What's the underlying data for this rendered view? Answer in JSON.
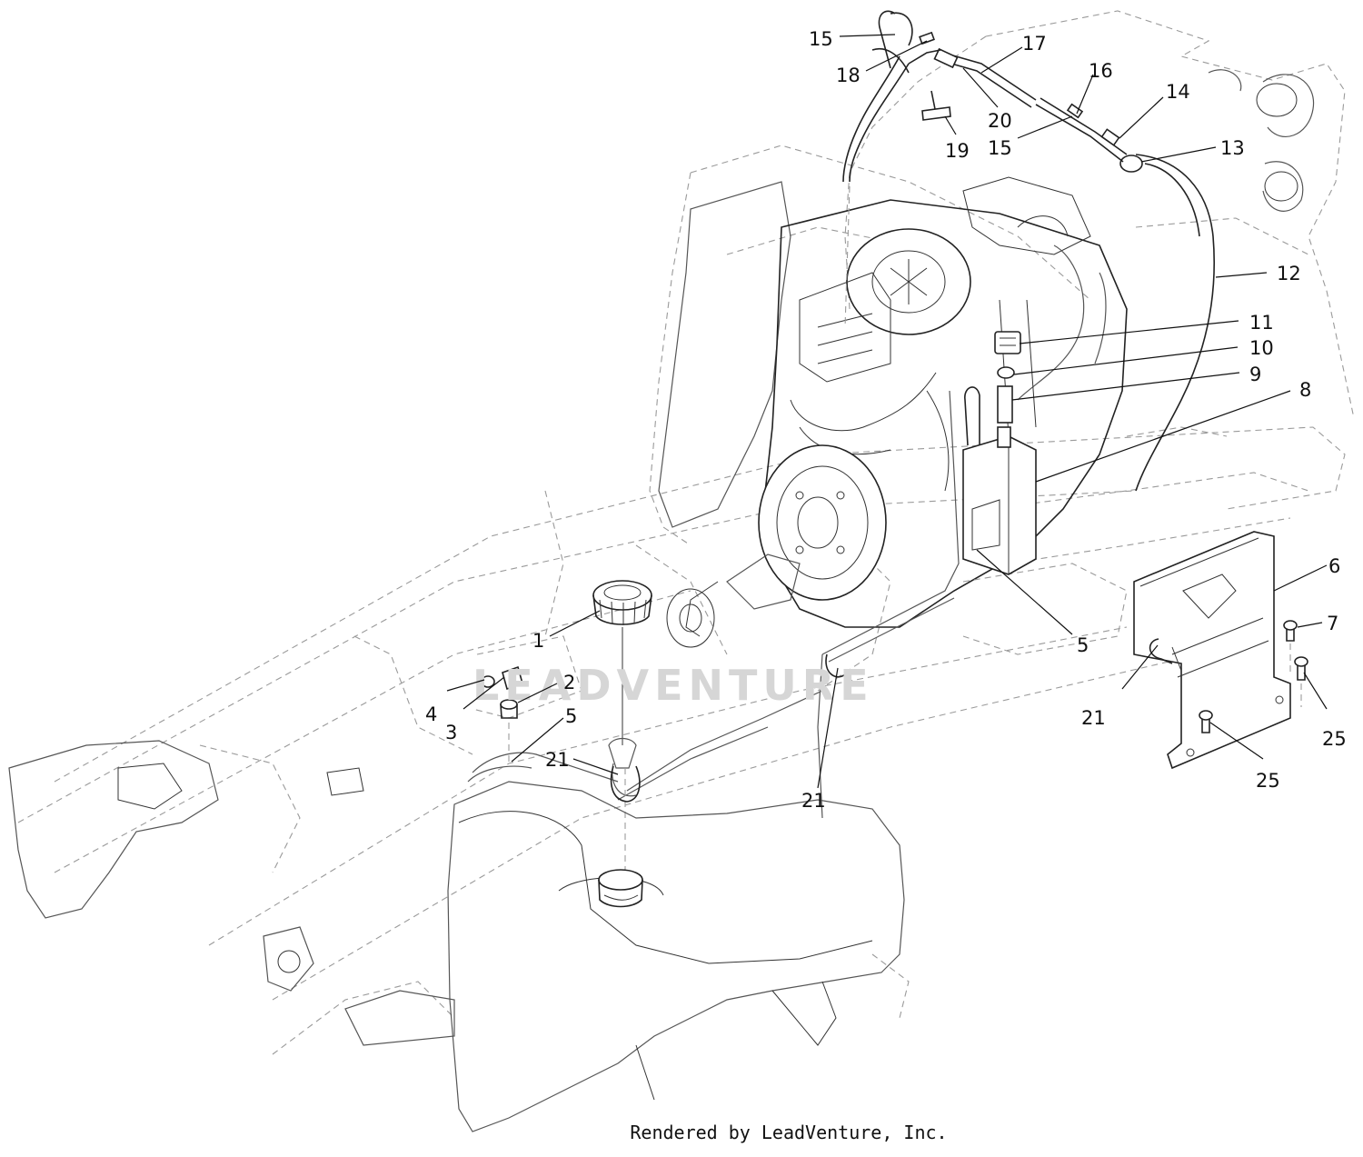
{
  "watermark": "LEADVENTURE",
  "footer": "Rendered by LeadVenture, Inc.",
  "callouts": [
    {
      "id": "c-15-top",
      "label": "15"
    },
    {
      "id": "c-18",
      "label": "18"
    },
    {
      "id": "c-17",
      "label": "17"
    },
    {
      "id": "c-16",
      "label": "16"
    },
    {
      "id": "c-14",
      "label": "14"
    },
    {
      "id": "c-20",
      "label": "20"
    },
    {
      "id": "c-15-mid",
      "label": "15"
    },
    {
      "id": "c-19",
      "label": "19"
    },
    {
      "id": "c-13",
      "label": "13"
    },
    {
      "id": "c-12",
      "label": "12"
    },
    {
      "id": "c-11",
      "label": "11"
    },
    {
      "id": "c-10",
      "label": "10"
    },
    {
      "id": "c-9",
      "label": "9"
    },
    {
      "id": "c-8",
      "label": "8"
    },
    {
      "id": "c-6",
      "label": "6"
    },
    {
      "id": "c-7",
      "label": "7"
    },
    {
      "id": "c-1",
      "label": "1"
    },
    {
      "id": "c-2",
      "label": "2"
    },
    {
      "id": "c-4",
      "label": "4"
    },
    {
      "id": "c-3",
      "label": "3"
    },
    {
      "id": "c-5-left",
      "label": "5"
    },
    {
      "id": "c-5-right",
      "label": "5"
    },
    {
      "id": "c-21-left",
      "label": "21"
    },
    {
      "id": "c-21-mid",
      "label": "21"
    },
    {
      "id": "c-21-right",
      "label": "21"
    },
    {
      "id": "c-25-right",
      "label": "25"
    },
    {
      "id": "c-25-bottom",
      "label": "25"
    }
  ]
}
